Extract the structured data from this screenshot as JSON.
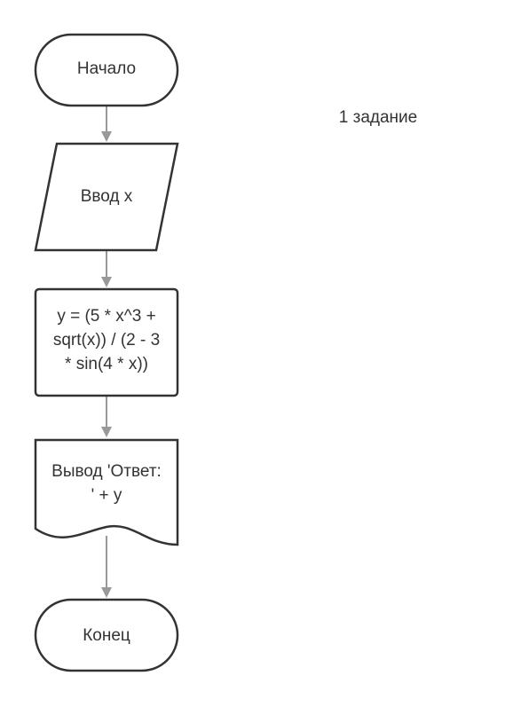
{
  "title": "1 задание",
  "nodes": [
    {
      "id": "start",
      "type": "terminator",
      "lines": [
        "Начало"
      ]
    },
    {
      "id": "input",
      "type": "data",
      "lines": [
        "Ввод x"
      ]
    },
    {
      "id": "calc",
      "type": "process",
      "lines": [
        "y = (5 * x^3 +",
        "sqrt(x)) / (2 - 3",
        "* sin(4 * x))"
      ]
    },
    {
      "id": "output",
      "type": "document",
      "lines": [
        "Вывод 'Ответ:",
        "' + y"
      ]
    },
    {
      "id": "end",
      "type": "terminator",
      "lines": [
        "Конец"
      ]
    }
  ],
  "edges": [
    {
      "from": "start",
      "to": "input"
    },
    {
      "from": "input",
      "to": "calc"
    },
    {
      "from": "calc",
      "to": "output"
    },
    {
      "from": "output",
      "to": "end"
    }
  ],
  "colors": {
    "stroke": "#333333",
    "edge": "#999999",
    "text": "#333333",
    "fill": "#ffffff"
  }
}
